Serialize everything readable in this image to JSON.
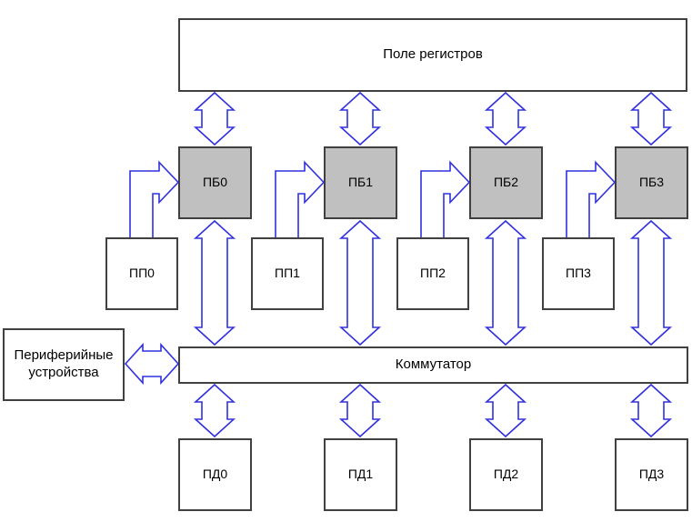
{
  "labels": {
    "register_field": "Поле регистров",
    "commutator": "Коммутатор",
    "peripherals": "Периферийные устройства",
    "pb": [
      "ПБ0",
      "ПБ1",
      "ПБ2",
      "ПБ3"
    ],
    "pp": [
      "ПП0",
      "ПП1",
      "ПП2",
      "ПП3"
    ],
    "pd": [
      "ПД0",
      "ПД1",
      "ПД2",
      "ПД3"
    ]
  },
  "colors": {
    "arrow_blue": "#3030dd",
    "box_border": "#404040",
    "pb_fill": "#c0c0c0",
    "background": "#ffffff"
  }
}
